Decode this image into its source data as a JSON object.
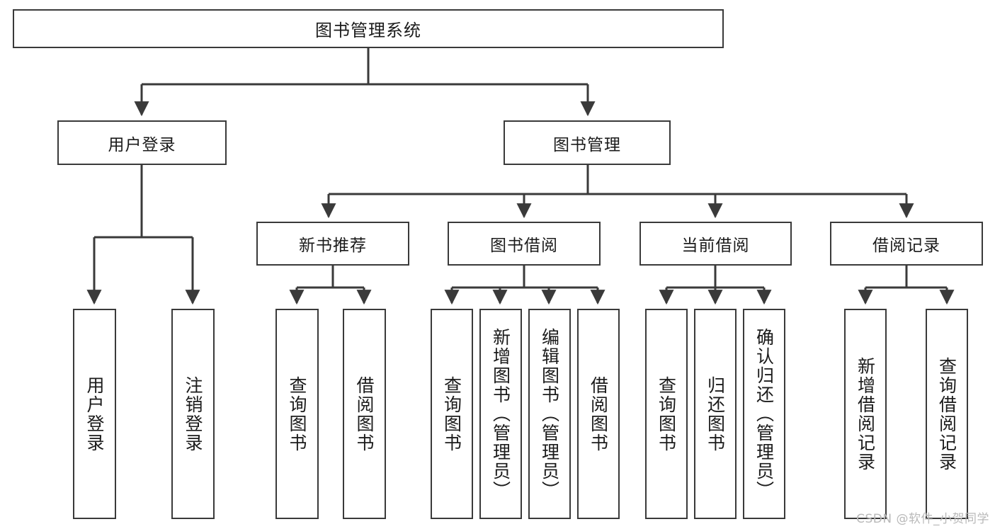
{
  "diagram": {
    "title": "图书管理系统",
    "type": "tree",
    "watermark": "CSDN @软件_小贺同学",
    "colors": {
      "box_border": "#3a3a3a",
      "box_fill": "#ffffff",
      "connector": "#3a3a3a",
      "text": "#1b1b1b",
      "watermark": "#b9b9b9"
    },
    "levels": {
      "root": {
        "label": "图书管理系统"
      },
      "level2": [
        {
          "id": "user-login",
          "label": "用户登录"
        },
        {
          "id": "book-management",
          "label": "图书管理"
        }
      ],
      "level3": [
        {
          "id": "new-book-recommend",
          "label": "新书推荐"
        },
        {
          "id": "book-borrow",
          "label": "图书借阅"
        },
        {
          "id": "current-borrow",
          "label": "当前借阅"
        },
        {
          "id": "borrow-record",
          "label": "借阅记录"
        }
      ],
      "leaves": {
        "user-login": [
          {
            "id": "leaf-user-login",
            "label": "用户登录"
          },
          {
            "id": "leaf-logout-login",
            "label": "注销登录"
          }
        ],
        "new-book-recommend": [
          {
            "id": "leaf-query-book-1",
            "label": "查询图书"
          },
          {
            "id": "leaf-borrow-book-1",
            "label": "借阅图书"
          }
        ],
        "book-borrow": [
          {
            "id": "leaf-query-book-2",
            "label": "查询图书"
          },
          {
            "id": "leaf-add-book-admin",
            "label": "新增图书（管理员）"
          },
          {
            "id": "leaf-edit-book-admin",
            "label": "编辑图书（管理员）"
          },
          {
            "id": "leaf-borrow-book-2",
            "label": "借阅图书"
          }
        ],
        "current-borrow": [
          {
            "id": "leaf-query-book-3",
            "label": "查询图书"
          },
          {
            "id": "leaf-return-book",
            "label": "归还图书"
          },
          {
            "id": "leaf-confirm-return-admin",
            "label": "确认归还（管理员）"
          }
        ],
        "borrow-record": [
          {
            "id": "leaf-add-borrow-record",
            "label": "新增借阅记录"
          },
          {
            "id": "leaf-query-borrow-record",
            "label": "查询借阅记录"
          }
        ]
      }
    }
  }
}
